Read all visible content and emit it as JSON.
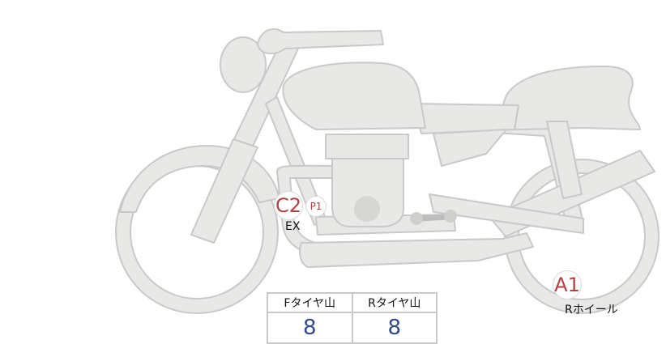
{
  "markers": {
    "c2": "C2",
    "p1": "P1",
    "a1": "A1"
  },
  "labels": {
    "ex": "EX",
    "r_wheel": "Rホイール"
  },
  "tread_table": {
    "front_header": "Fタイヤ山",
    "rear_header": "Rタイヤ山",
    "front_value": "8",
    "rear_value": "8"
  },
  "colors": {
    "bike_fill": "#e8e8e6",
    "bike_stroke": "#c9c9c9",
    "marker_text": "#b5403f",
    "value_text": "#2f4a8a"
  }
}
